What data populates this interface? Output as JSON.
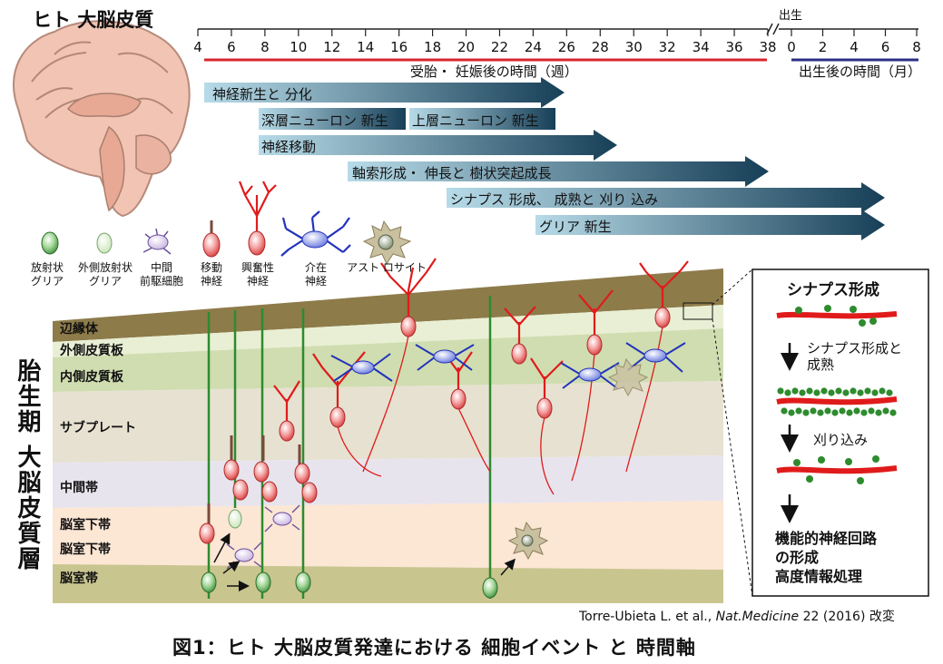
{
  "header": {
    "brain_title": "ヒト 大脳皮質"
  },
  "timeline": {
    "prenatal_ticks": [
      "4",
      "6",
      "8",
      "10",
      "12",
      "14",
      "16",
      "18",
      "20",
      "22",
      "24",
      "26",
      "28",
      "30",
      "32",
      "34",
      "36",
      "38"
    ],
    "postnatal_ticks": [
      "0",
      "2",
      "4",
      "6",
      "8"
    ],
    "birth_label": "出生",
    "prenatal_axis_label": "受胎・ 妊娠後の時間（週）",
    "postnatal_axis_label": "出生後の時間（月）",
    "prenatal_color": "#d7262c",
    "postnatal_color": "#2b2f86"
  },
  "events": [
    {
      "label": "神経新生と 分化"
    },
    {
      "label": "深層ニューロン 新生"
    },
    {
      "label": "上層ニューロン 新生"
    },
    {
      "label": "神経移動"
    },
    {
      "label": "軸索形成・ 伸長と 樹状突起成長"
    },
    {
      "label": "シナプス 形成、 成熟と 刈り 込み"
    },
    {
      "label": "グリア 新生"
    }
  ],
  "legend": [
    {
      "label": "放射状\nグリア",
      "icon": "radial-glia-icon"
    },
    {
      "label": "外側放射状\nグリア",
      "icon": "outer-radial-glia-icon"
    },
    {
      "label": "中間\n前駆細胞",
      "icon": "intermediate-progenitor-icon"
    },
    {
      "label": "移動\n神経",
      "icon": "migrating-neuron-icon"
    },
    {
      "label": "興奮性\n神経",
      "icon": "excitatory-neuron-icon"
    },
    {
      "label": "介在\n神経",
      "icon": "interneuron-icon"
    },
    {
      "label": "アスト ロサイト",
      "icon": "astrocyte-icon"
    }
  ],
  "section_side_title": "胎生期 大脳皮質層",
  "layers": [
    {
      "label": "辺縁体"
    },
    {
      "label": "外側皮質板"
    },
    {
      "label": "内側皮質板"
    },
    {
      "label": "サブプレート"
    },
    {
      "label": "中間帯"
    },
    {
      "label": "脳室下帯"
    },
    {
      "label": "脳室下帯"
    },
    {
      "label": "脳室帯"
    }
  ],
  "inset": {
    "title": "シナプス形成",
    "step1": "シナプス形成と\n成熟",
    "step2": "刈り込み",
    "result": "機能的神経回路\nの形成\n高度情報処理"
  },
  "citation": {
    "authors": "Torre-Ubieta L. et al., ",
    "journal": "Nat.Medicine",
    "details": " 22 (2016) 改変"
  },
  "caption": "図1：ヒト 大脳皮質発達における 細胞イベント と 時間軸",
  "colors": {
    "arrow_light": "#a9cfe0",
    "arrow_dark": "#1d4e66",
    "neuron_red": "#e01b1b",
    "interneuron_blue": "#2233bb",
    "glia_green": "#2e8b2e"
  }
}
